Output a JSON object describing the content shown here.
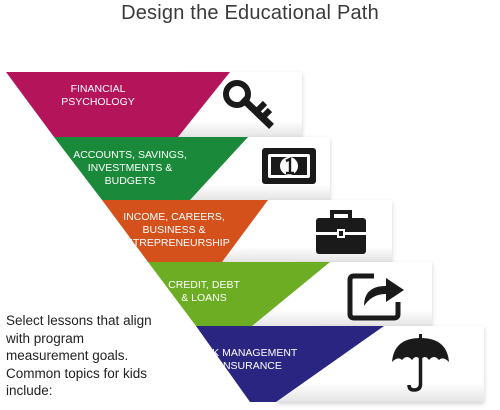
{
  "title": "Design the Educational Path",
  "colors": {
    "financial": "#b3145a",
    "accounts": "#1a8a3a",
    "income": "#d4511c",
    "credit": "#6cad23",
    "risk": "#2a2580",
    "icon": "#1a1a1a"
  },
  "bands": [
    {
      "id": "financial",
      "label_lines": [
        "FINANCIAL",
        "PSYCHOLOGY"
      ],
      "icon": "key-icon"
    },
    {
      "id": "accounts",
      "label_lines": [
        "ACCOUNTS, SAVINGS,",
        "INVESTMENTS &",
        "BUDGETS"
      ],
      "icon": "banknote-icon"
    },
    {
      "id": "income",
      "label_lines": [
        "INCOME, CAREERS,",
        "BUSINESS &",
        "ENTREPRENEURSHIP"
      ],
      "icon": "briefcase-icon"
    },
    {
      "id": "credit",
      "label_lines": [
        "CREDIT, DEBT",
        "& LOANS"
      ],
      "icon": "share-arrow-icon"
    },
    {
      "id": "risk",
      "label_lines": [
        "RISK MANAGEMENT",
        "& INSURANCE"
      ],
      "icon": "umbrella-icon"
    }
  ],
  "side_text": "Select lessons that align with program measurement goals. Common topics for kids include:"
}
